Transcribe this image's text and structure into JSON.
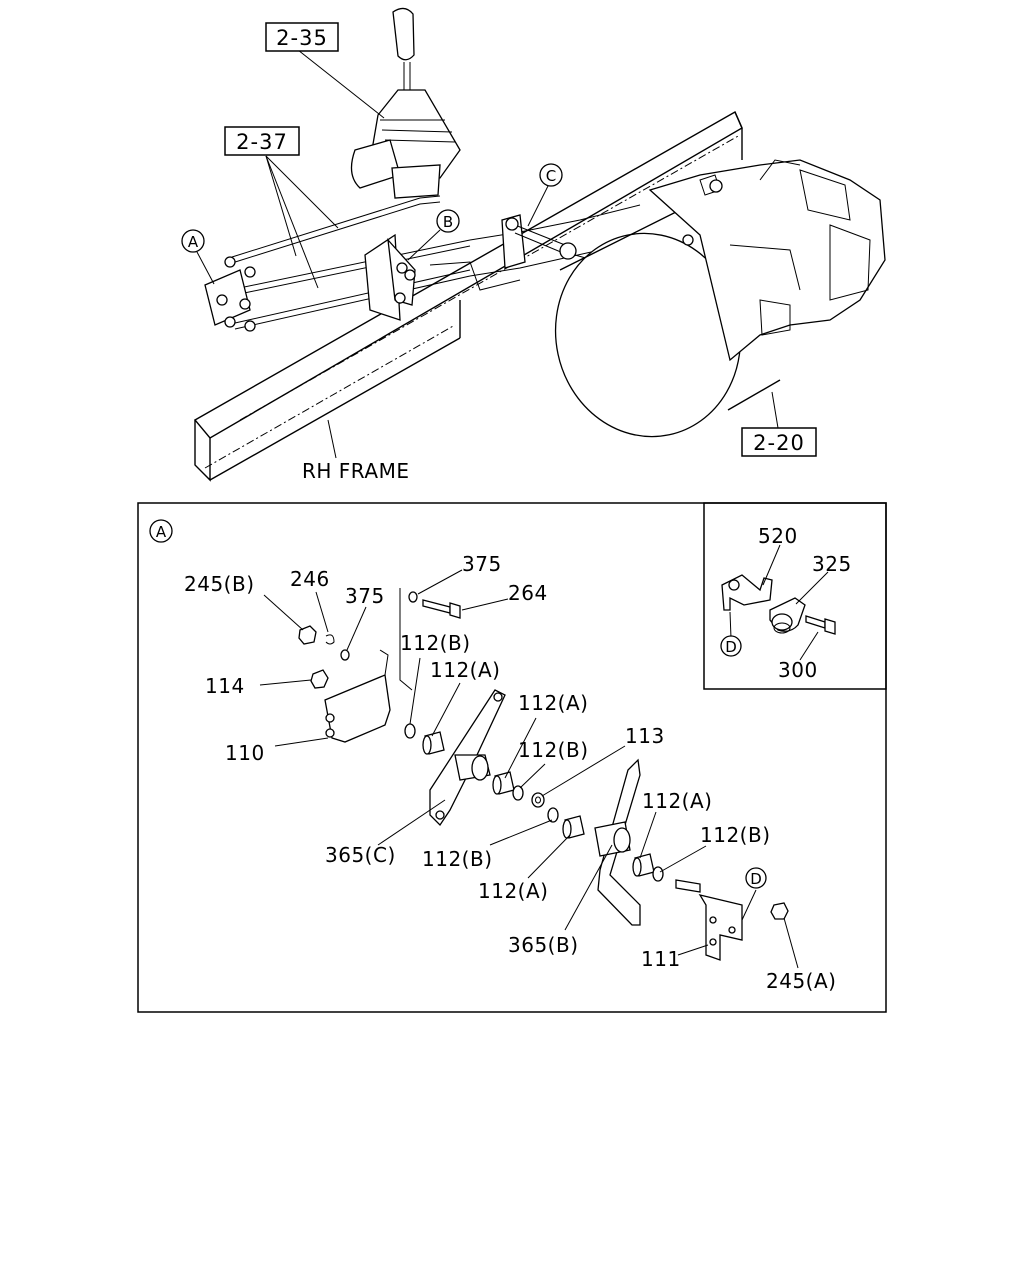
{
  "overview": {
    "refs": {
      "shifter_assembly": "2-35",
      "shift_cables": "2-37",
      "transmission": "2-20"
    },
    "frame_label": "RH FRAME",
    "callouts": {
      "a": "A",
      "b": "B",
      "c": "C"
    }
  },
  "detail_a": {
    "marker": "A",
    "labels": {
      "nut_245b": "245(B)",
      "washer_246": "246",
      "washer_375_left": "375",
      "washer_375_top": "375",
      "bolt_264": "264",
      "oring_112b_top": "112(B)",
      "bushing_112a_top": "112(A)",
      "nut_114": "114",
      "bushing_112a_mid": "112(A)",
      "oring_112b_mid": "112(B)",
      "washer_113": "113",
      "bracket_110": "110",
      "lever_365c": "365(C)",
      "oring_112b_low": "112(B)",
      "bushing_112a_right": "112(A)",
      "oring_112b_right": "112(B)",
      "bushing_112a_low": "112(A)",
      "lever_365b": "365(B)",
      "bracket_111": "111",
      "nut_245a": "245(A)",
      "callout_d": "D"
    },
    "inset": {
      "clip_520": "520",
      "clamp_325": "325",
      "bolt_300": "300",
      "callout_d": "D"
    }
  }
}
